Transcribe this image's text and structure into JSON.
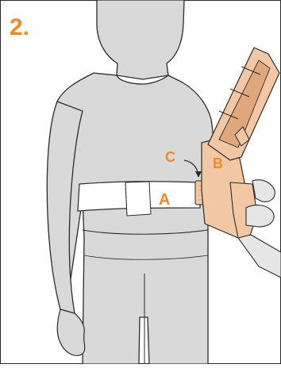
{
  "step": {
    "number": "2."
  },
  "labels": {
    "a": "A",
    "b": "B",
    "c": "C"
  },
  "colors": {
    "accent": "#F08A24",
    "brace": "#F2C8A4",
    "brace_dark": "#E0A77D",
    "body": "#D9D9D9",
    "outline": "#2B2B2B",
    "belt": "#FFFFFF",
    "pad": "#F5C6A0",
    "hand": "#E6E6E6"
  }
}
